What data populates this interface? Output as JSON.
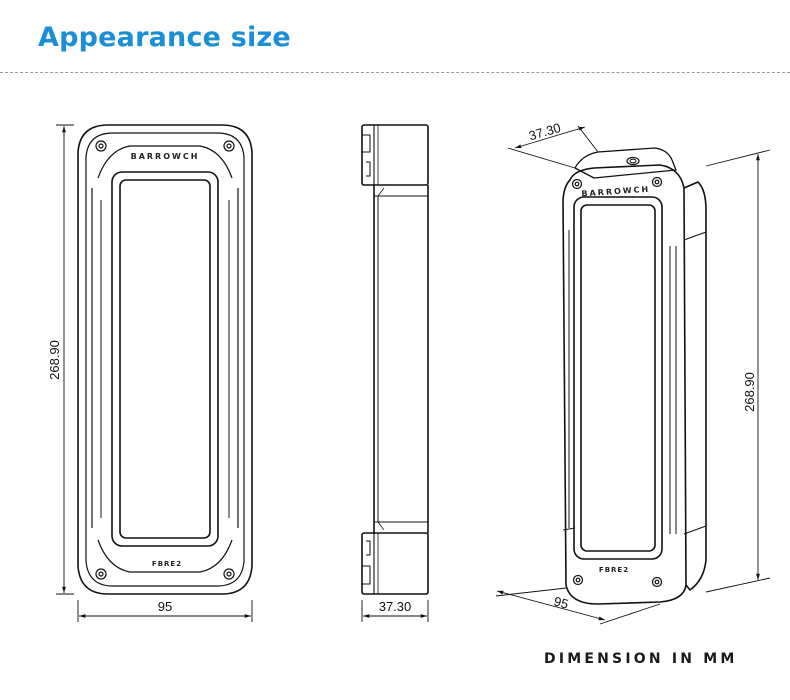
{
  "header": {
    "title": "Appearance size",
    "title_color": "#1a8fd6"
  },
  "drawing": {
    "brand_label": "BARROWCH",
    "model_label": "FBRE2",
    "front_view": {
      "height_label": "268.90",
      "width_label": "95"
    },
    "side_view": {
      "depth_label": "37.30"
    },
    "iso_view": {
      "depth_label": "37.30",
      "height_label": "268.90",
      "width_label": "95"
    }
  },
  "footer": {
    "note": "DIMENSION IN MM"
  }
}
